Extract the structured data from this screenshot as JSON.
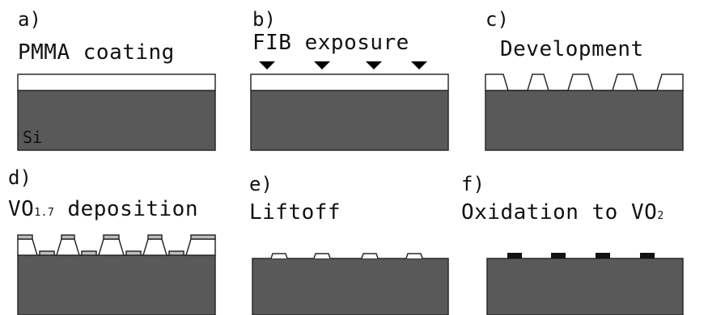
{
  "colors": {
    "substrate": "#595959",
    "resist": "#ffffff",
    "outline": "#2a2a2a",
    "vo17": "#bdbdbd",
    "vo2": "#111111"
  },
  "panels": [
    {
      "letter": "a)",
      "title": "PMMA coating",
      "substrate_label": "Si"
    },
    {
      "letter": "b)",
      "title": "FIB exposure"
    },
    {
      "letter": "c)",
      "title": "Development"
    },
    {
      "letter": "d)",
      "title_main": "VO",
      "title_sub": "1.7",
      "title_rest": " deposition"
    },
    {
      "letter": "e)",
      "title": "Liftoff"
    },
    {
      "letter": "f)",
      "title_main": "Oxidation to VO",
      "title_sub": "2"
    }
  ]
}
